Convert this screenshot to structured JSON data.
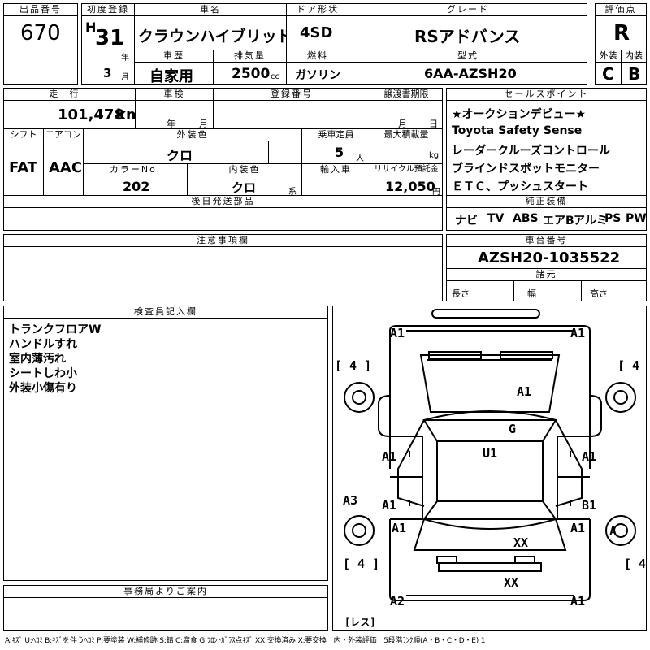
{
  "top": {
    "lot_header": "出品番号",
    "lot_value": "670",
    "first_reg_header": "初度登録",
    "era": "H",
    "year": "31",
    "year_unit": "年",
    "month": "3",
    "month_unit": "月",
    "name_header": "車名",
    "name_value": "クラウンハイブリッド",
    "door_header": "ドア形状",
    "door_value": "4SD",
    "grade_header": "グレード",
    "grade_value": "RSアドバンス",
    "score_header": "評価点",
    "score_value": "R",
    "history_header": "車歴",
    "history_value": "自家用",
    "disp_header": "排気量",
    "disp_value": "2500",
    "disp_unit": "cc",
    "fuel_header": "燃料",
    "fuel_value": "ガソリン",
    "model_header": "型式",
    "model_value": "6AA-AZSH20",
    "ext_header": "外装",
    "ext_value": "C",
    "int_header": "内装",
    "int_value": "B"
  },
  "row2": {
    "mileage_header": "走行",
    "mileage_value": "101,478",
    "mileage_unit": "km",
    "inspect_header": "車検",
    "inspect_year_unit": "年",
    "inspect_month_unit": "月",
    "reg_header": "登録番号",
    "transfer_header": "譲渡書期限",
    "transfer_month_unit": "月",
    "transfer_day_unit": "日",
    "shift_header": "シフト",
    "shift_value": "FAT",
    "ac_header": "エアコン",
    "ac_value": "AAC",
    "color_header": "外装色",
    "color_value": "クロ",
    "capacity_header": "乗車定員",
    "capacity_value": "5",
    "capacity_unit": "人",
    "load_header": "最大積載量",
    "load_unit": "kg",
    "colorno_header": "カラーNo.",
    "colorno_value": "202",
    "intcolor_header": "内装色",
    "intcolor_value": "クロ",
    "intcolor_unit": "系",
    "import_header": "輸入車",
    "recycle_header": "リサイクル預託金",
    "recycle_value": "12,050",
    "recycle_unit": "円",
    "later_header": "後日発送部品"
  },
  "sales": {
    "header": "セールスポイント",
    "items": [
      "★オークションデビュー★",
      "Toyota Safety Sense",
      "レーダークルーズコントロール",
      "ブラインドスポットモニター",
      "ＥＴＣ、プッシュスタート"
    ],
    "equip_header": "純正装備",
    "equip": [
      "ナビ",
      "TV",
      "ABS",
      "エアB",
      "アルミ",
      "PS",
      "PW"
    ]
  },
  "notes": {
    "header": "注意事項欄"
  },
  "chassis": {
    "header": "車台番号",
    "value": "AZSH20-1035522",
    "dims_header": "諸元",
    "length": "長さ",
    "width": "幅",
    "height": "高さ"
  },
  "inspector": {
    "header": "検査員記入欄",
    "lines": [
      "トランクフロアW",
      "ハンドルすれ",
      "室内薄汚れ",
      "シートしわ小",
      "外装小傷有り"
    ]
  },
  "office": {
    "header": "事務局よりご案内"
  },
  "diagram": {
    "labels": {
      "a1_tl": "A1",
      "a1_tr": "A1",
      "tire_tl": "4",
      "tire_tr": "4",
      "hood_a1": "A1",
      "glass_g": "G",
      "roof_u1": "U1",
      "door_fl": "A1",
      "door_fr": "A1",
      "rear_l": "A3",
      "door_rl": "A1",
      "door_rr": "B1",
      "fender_rl": "A1",
      "fender_rr": "A1",
      "wheel_a": "A",
      "trunk_xx": "XX",
      "rear_xx": "XX",
      "tire_bl": "4",
      "tire_br": "4",
      "a2_bl": "A2",
      "a1_br": "A1",
      "spare": "レス"
    }
  },
  "legend": "A:ｷｽﾞ U:ﾍｺﾐ B:ｷｽﾞを伴うﾍｺﾐ P:要塗装 W:補修跡 S:錆 C:腐食 G:ﾌﾛﾝﾄｶﾞﾗｽ点ｷｽﾞ XX:交換済み X:要交換　内・外装評価　5段階ﾗﾝｸ順(A・B・C・D・E) 1"
}
